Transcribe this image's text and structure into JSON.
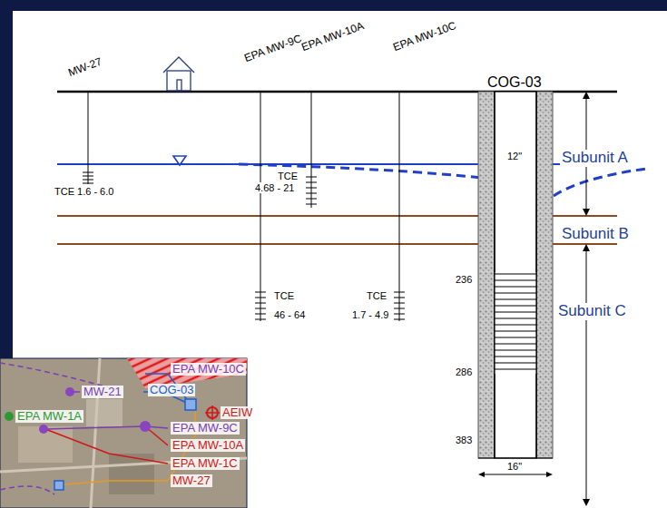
{
  "diagram": {
    "labels": [
      "MW-27",
      "EPA MW-9C",
      "EPA MW-10A",
      "EPA MW-10C",
      "COG-03",
      "12\"",
      "Subunit A",
      "TCE 1.6 - 6.0",
      "TCE",
      "4.68 - 21",
      "Subunit B",
      "236",
      "TCE",
      "TCE",
      "Subunit C",
      "46 - 64",
      "1.7 - 4.9",
      "286",
      "383",
      "16\"",
      "EPA MW-10C",
      "MW-21",
      "COG-03",
      "AEIW",
      "EPA MW-1A",
      "EPA MW-9C",
      "EPA MW-10A",
      "EPA MW-1C",
      "MW-27"
    ]
  }
}
